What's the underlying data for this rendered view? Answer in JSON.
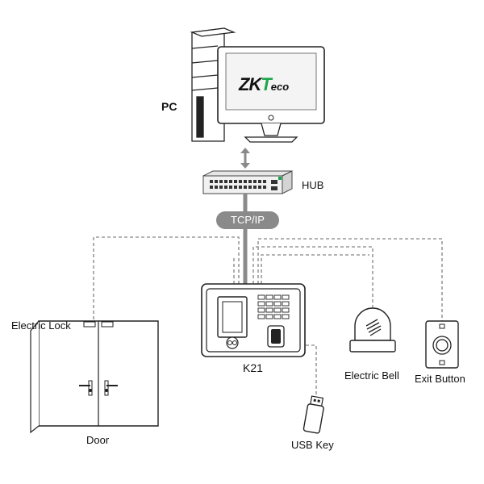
{
  "pc": {
    "label": "PC",
    "logo_prefix": "ZK",
    "logo_t": "T",
    "logo_suffix": "eco"
  },
  "hub": {
    "label": "HUB"
  },
  "network": {
    "protocol": "TCP/IP"
  },
  "device": {
    "label": "K21"
  },
  "peripherals": {
    "electric_lock": "Electric Lock",
    "door": "Door",
    "usb_key": "USB Key",
    "electric_bell": "Electric Bell",
    "exit_button": "Exit Button"
  },
  "colors": {
    "logo_accent": "#1aa64a",
    "connector": "#9a9a9a",
    "badge": "#8a8a8a"
  }
}
